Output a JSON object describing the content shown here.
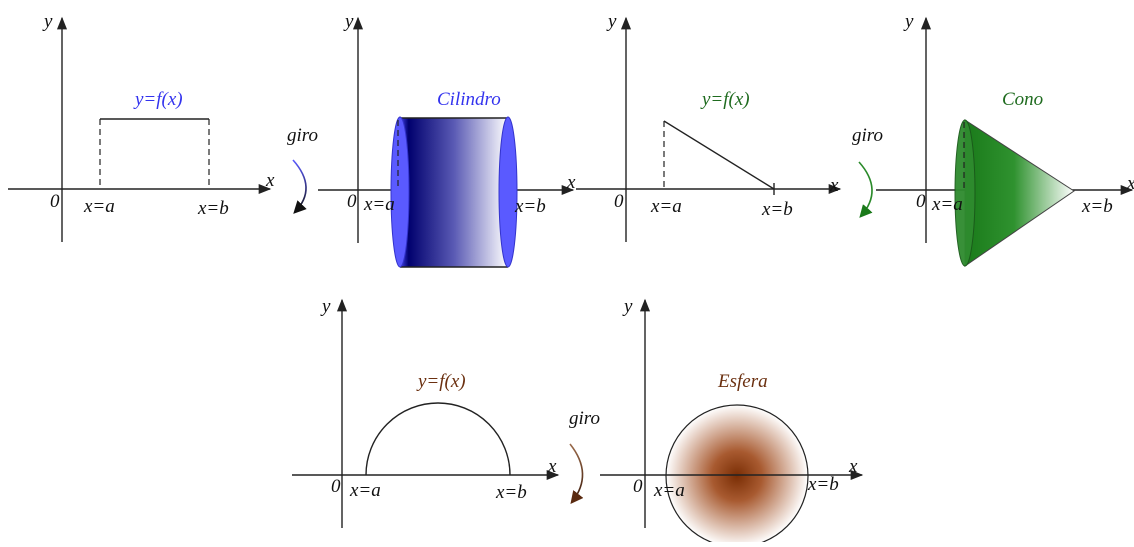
{
  "labels": {
    "y_axis": "y",
    "x_axis": "x",
    "origin": "0",
    "x_a": "x=a",
    "x_b": "x=b",
    "function": "y=f(x)",
    "rotation": "giro"
  },
  "solids": {
    "cylinder": "Cilindro",
    "cone": "Cono",
    "sphere": "Esfera"
  },
  "colors": {
    "cylinder": "#3333ee",
    "cone": "#1f6b1f",
    "sphere": "#6b3010",
    "cylinder_fill_dark": "#00006e",
    "cone_fill_dark": "#1a7a1a",
    "sphere_fill_dark": "#8b3a0e"
  }
}
